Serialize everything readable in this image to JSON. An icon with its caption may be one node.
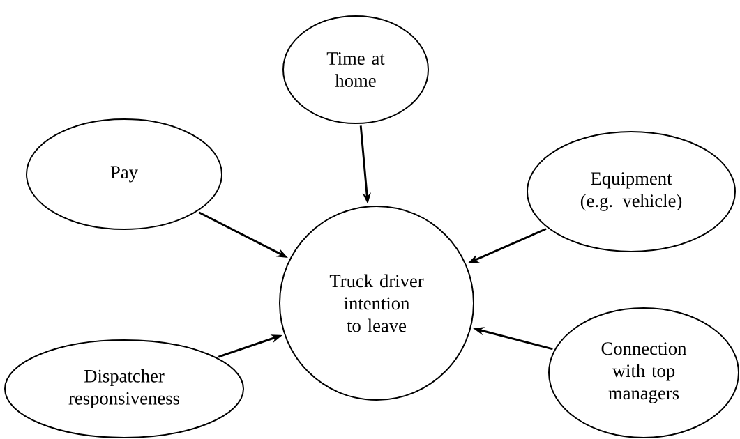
{
  "diagram": {
    "nodes": [
      {
        "text": [
          "Time at home"
        ]
      },
      {
        "text": [
          "Pay"
        ]
      },
      {
        "text": [
          "Equipment (e.g. vehicle)"
        ]
      },
      {
        "text": [
          "Truck driver intention to leave"
        ]
      },
      {
        "text": [
          "Dispatcher responsiveness"
        ]
      },
      {
        "text": [
          "Connection with top managers"
        ]
      }
    ],
    "edges": [
      {
        "from": 0,
        "to": 3,
        "arrow": "to"
      },
      {
        "from": 1,
        "to": 3,
        "arrow": "to"
      },
      {
        "from": 2,
        "to": 3,
        "arrow": "to"
      },
      {
        "from": 4,
        "to": 3,
        "arrow": "to"
      },
      {
        "from": 5,
        "to": 3,
        "arrow": "to"
      }
    ]
  }
}
